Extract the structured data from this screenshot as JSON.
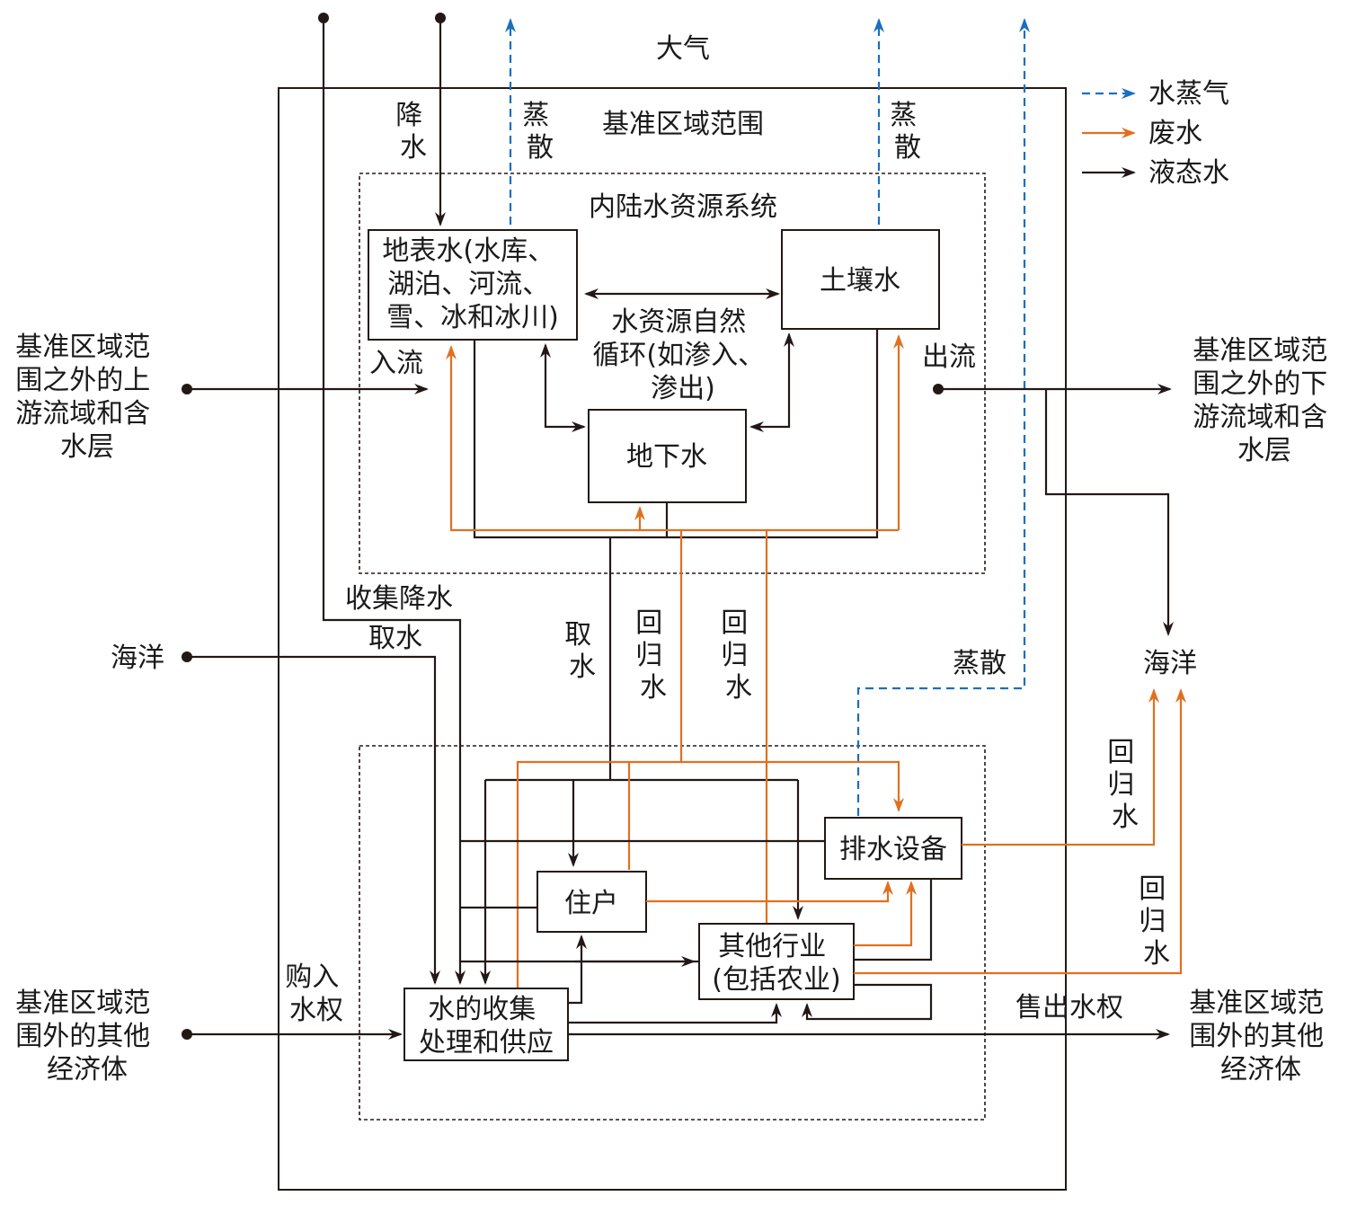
{
  "colors": {
    "vapor": "#1a6fc0",
    "wastewater": "#e07020",
    "liquid": "#231815"
  },
  "legend": {
    "vapor": "水蒸气",
    "wastewater": "废水",
    "liquid": "液态水"
  },
  "regions": {
    "atmosphere": "大气",
    "baseline_region": "基准区域范围",
    "inland_system": "内陆水资源系统"
  },
  "nodes": {
    "surface_water": [
      "地表水(水库、",
      "湖泊、河流、",
      "雪、冰和冰川)"
    ],
    "soil_water": "土壤水",
    "groundwater": "地下水",
    "residents": "住户",
    "drainage": "排水设备",
    "collection": [
      "水的收集",
      "处理和供应"
    ],
    "other_industries": [
      "其他行业",
      "(包括农业)"
    ]
  },
  "external": {
    "upstream": [
      "基准区域范",
      "围之外的上",
      "游流域和含",
      "水层"
    ],
    "downstream": [
      "基准区域范",
      "围之外的下",
      "游流域和含",
      "水层"
    ],
    "ocean_left": "海洋",
    "ocean_right": "海洋",
    "economy_left": [
      "基准区域范",
      "围外的其他",
      "经济体"
    ],
    "economy_right": [
      "基准区域范",
      "围外的其他",
      "经济体"
    ]
  },
  "flows": {
    "precipitation": [
      "降",
      "水"
    ],
    "evaporation_1": [
      "蒸",
      "散"
    ],
    "evaporation_2": [
      "蒸",
      "散"
    ],
    "evaporation_3": "蒸散",
    "natural_cycle": [
      "水资源自然",
      "循环(如渗入、",
      "渗出)"
    ],
    "inflow": "入流",
    "outflow": "出流",
    "collected_precip": "收集降水",
    "abstraction_ocean": "取水",
    "abstraction_inland": [
      "取",
      "水"
    ],
    "return_1": [
      "回",
      "归",
      "水"
    ],
    "return_2": [
      "回",
      "归",
      "水"
    ],
    "return_3": [
      "回",
      "归",
      "水"
    ],
    "return_4": [
      "回",
      "归",
      "水"
    ],
    "buy_rights": [
      "购入",
      "水权"
    ],
    "sell_rights": "售出水权"
  }
}
